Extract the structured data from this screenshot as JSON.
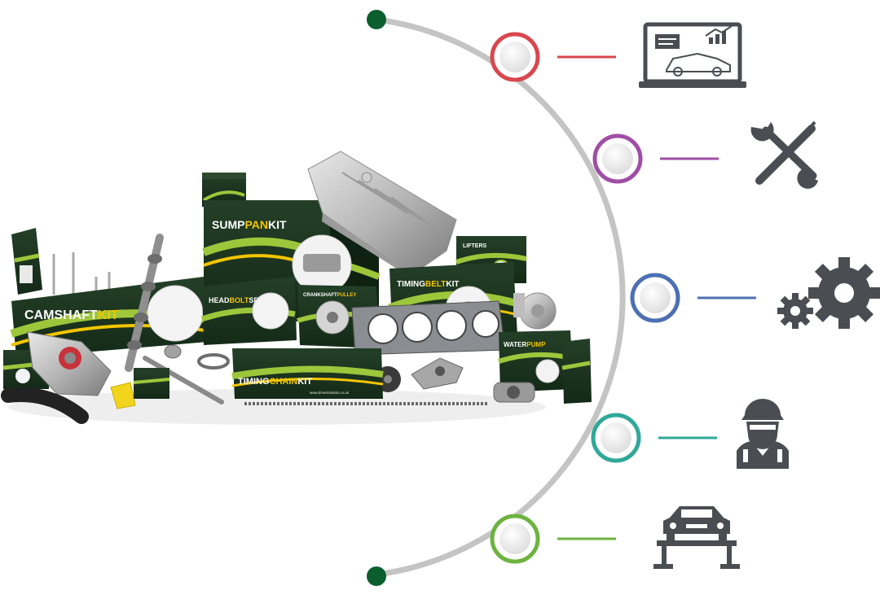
{
  "product_boxes": {
    "sump_prefix": "SUMP",
    "sump_accent": "PAN",
    "sump_suffix": "KIT",
    "camshaft_prefix": "CAMSHAFT",
    "camshaft_accent": "KIT",
    "headbolt_prefix": "HEAD",
    "headbolt_accent": "BOLT",
    "headbolt_suffix": "SET",
    "crankshaft_prefix": "CRANKSHAFT",
    "crankshaft_accent": "PULLEY",
    "timingbelt_prefix": "TIMING",
    "timingbelt_accent": "BELT",
    "timingbelt_suffix": "KIT",
    "timingchain_prefix": "TIMING",
    "timingchain_accent": "CHAIN",
    "timingchain_suffix": "KIT",
    "waterpump_prefix": "WATER",
    "waterpump_accent": "PUMP",
    "lifters": "LIFTERS",
    "website": "www.drivetrainkits.co.uk"
  },
  "timeline": {
    "arc_color": "#c4c4c4",
    "endpoint_color": "#0b5e2e",
    "nodes": [
      {
        "name": "diagnostics",
        "color": "#d9474e",
        "icon": "laptop-diagnostics-icon"
      },
      {
        "name": "tools",
        "color": "#a04ea6",
        "icon": "wrench-screwdriver-icon"
      },
      {
        "name": "engineering",
        "color": "#4d6fb3",
        "icon": "gears-icon"
      },
      {
        "name": "mechanic",
        "color": "#2fa89a",
        "icon": "mechanic-icon"
      },
      {
        "name": "service",
        "color": "#6db33f",
        "icon": "car-lift-icon"
      }
    ]
  },
  "colors": {
    "box_green": "#1e3b22",
    "box_stripe": "#9ec63b",
    "box_yellow": "#f2c500",
    "icon_gray": "#4a4d52"
  }
}
